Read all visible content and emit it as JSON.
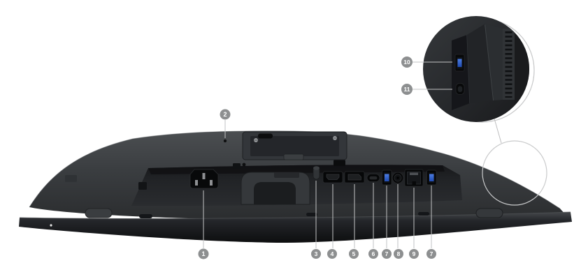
{
  "figure": {
    "kind": "monitor-rear-bottom-port-diagram"
  },
  "colors": {
    "background": "#ffffff",
    "body_dark": "#3a3d40",
    "usb_accent": "#2e5fd3",
    "callout_bg": "#8d8f90",
    "callout_text": "#ffffff",
    "leader_line": "#c2c3c4"
  },
  "callouts": {
    "top": [
      {
        "label": "2",
        "port": "security-lock-slot"
      }
    ],
    "bottom": [
      {
        "label": "1",
        "port": "power-connector"
      },
      {
        "label": "3",
        "port": "power-button"
      },
      {
        "label": "4",
        "port": "hdmi-port"
      },
      {
        "label": "5",
        "port": "displayport"
      },
      {
        "label": "6",
        "port": "usb-c-port"
      },
      {
        "label": "7",
        "port": "usb-a-port"
      },
      {
        "label": "8",
        "port": "audio-jack"
      },
      {
        "label": "9",
        "port": "ethernet-rj45-port"
      },
      {
        "label": "7",
        "port": "usb-a-port"
      }
    ],
    "inset": [
      {
        "label": "10",
        "port": "usb-a-port"
      },
      {
        "label": "11",
        "port": "usb-c-port"
      }
    ]
  }
}
